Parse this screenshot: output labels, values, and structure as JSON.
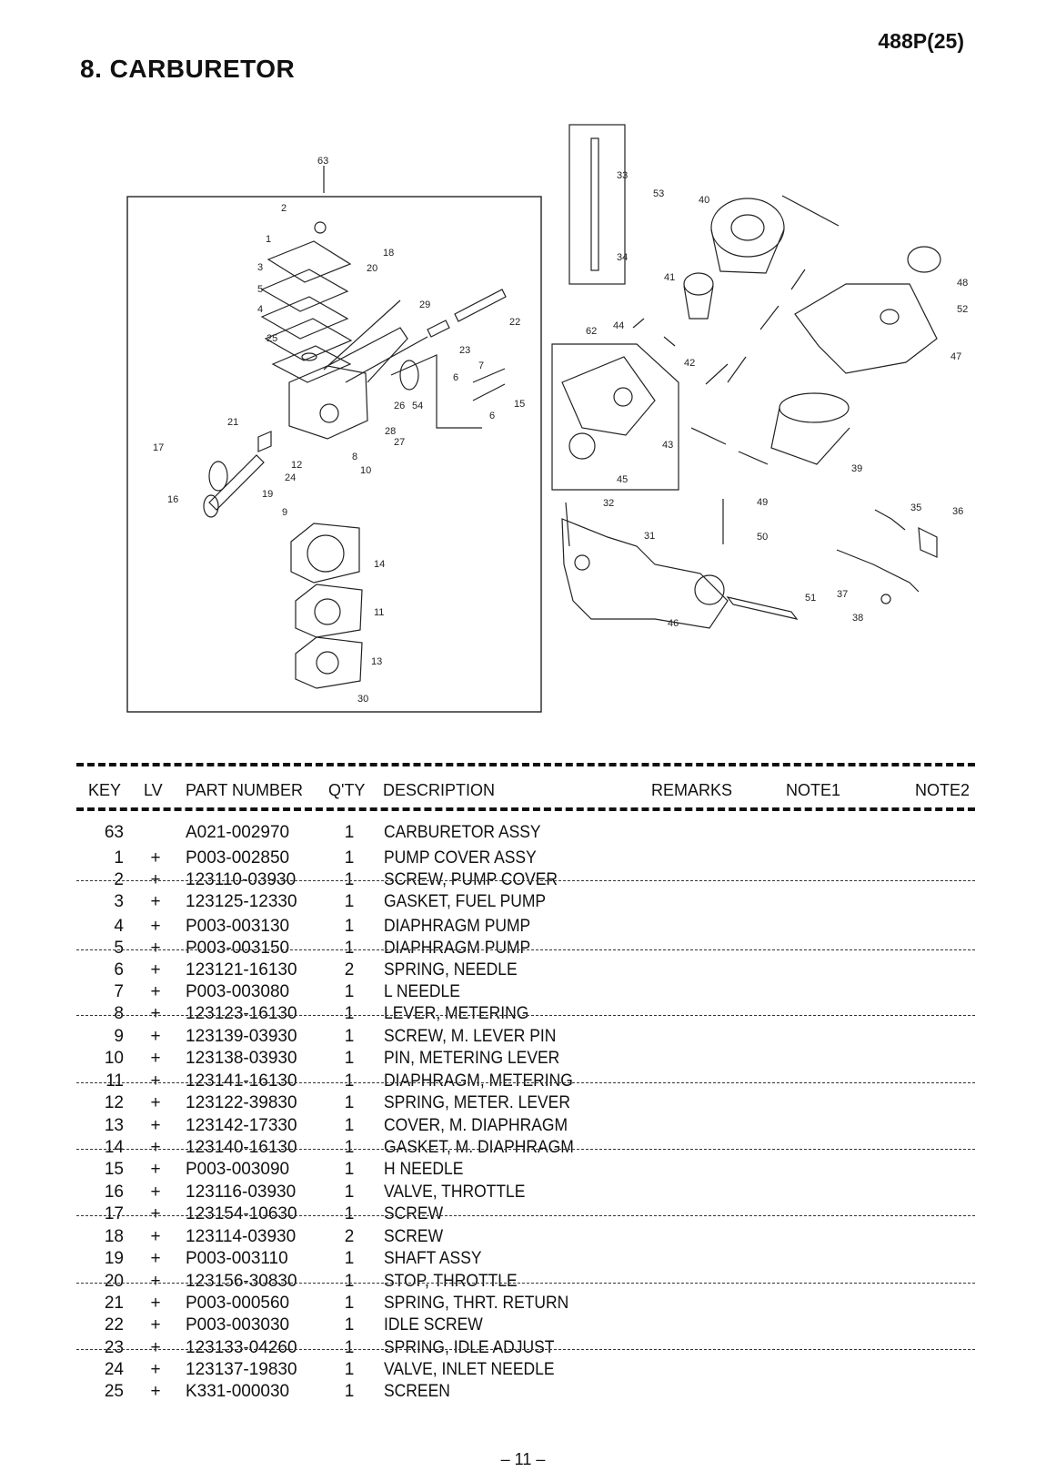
{
  "header": {
    "model": "488P(25)",
    "title": "8. CARBURETOR"
  },
  "diagram": {
    "callouts": [
      "63",
      "2",
      "1",
      "3",
      "5",
      "4",
      "25",
      "18",
      "20",
      "29",
      "22",
      "23",
      "7",
      "6",
      "15",
      "6",
      "26",
      "54",
      "21",
      "28",
      "27",
      "17",
      "12",
      "24",
      "8",
      "10",
      "16",
      "19",
      "9",
      "14",
      "11",
      "13",
      "30",
      "33",
      "53",
      "34",
      "40",
      "41",
      "44",
      "62",
      "42",
      "48",
      "52",
      "47",
      "43",
      "45",
      "39",
      "32",
      "31",
      "49",
      "50",
      "35",
      "36",
      "51",
      "37",
      "38",
      "46"
    ]
  },
  "table": {
    "headers": {
      "key": "KEY",
      "lv": "LV",
      "part_number": "PART NUMBER",
      "qty": "Q'TY",
      "description": "DESCRIPTION",
      "remarks": "REMARKS",
      "note1": "NOTE1",
      "note2": "NOTE2"
    },
    "rows": [
      {
        "key": "63",
        "lv": "",
        "part": "A021-002970",
        "qty": "1",
        "desc": "CARBURETOR ASSY"
      },
      {
        "key": "1",
        "lv": "+",
        "part": "P003-002850",
        "qty": "1",
        "desc": "PUMP COVER ASSY"
      },
      {
        "key": "2",
        "lv": "+",
        "part": "123110-03930",
        "qty": "1",
        "desc": "SCREW, PUMP COVER"
      },
      {
        "key": "3",
        "lv": "+",
        "part": "123125-12330",
        "qty": "1",
        "desc": "GASKET, FUEL PUMP"
      },
      {
        "key": "4",
        "lv": "+",
        "part": "P003-003130",
        "qty": "1",
        "desc": "DIAPHRAGM PUMP"
      },
      {
        "key": "5",
        "lv": "+",
        "part": "P003-003150",
        "qty": "1",
        "desc": "DIAPHRAGM PUMP"
      },
      {
        "key": "6",
        "lv": "+",
        "part": "123121-16130",
        "qty": "2",
        "desc": "SPRING, NEEDLE"
      },
      {
        "key": "7",
        "lv": "+",
        "part": "P003-003080",
        "qty": "1",
        "desc": "L NEEDLE"
      },
      {
        "key": "8",
        "lv": "+",
        "part": "123123-16130",
        "qty": "1",
        "desc": "LEVER, METERING"
      },
      {
        "key": "9",
        "lv": "+",
        "part": "123139-03930",
        "qty": "1",
        "desc": "SCREW, M. LEVER PIN"
      },
      {
        "key": "10",
        "lv": "+",
        "part": "123138-03930",
        "qty": "1",
        "desc": "PIN, METERING LEVER"
      },
      {
        "key": "11",
        "lv": "+",
        "part": "123141-16130",
        "qty": "1",
        "desc": "DIAPHRAGM, METERING"
      },
      {
        "key": "12",
        "lv": "+",
        "part": "123122-39830",
        "qty": "1",
        "desc": "SPRING, METER. LEVER"
      },
      {
        "key": "13",
        "lv": "+",
        "part": "123142-17330",
        "qty": "1",
        "desc": "COVER, M. DIAPHRAGM"
      },
      {
        "key": "14",
        "lv": "+",
        "part": "123140-16130",
        "qty": "1",
        "desc": "GASKET, M. DIAPHRAGM"
      },
      {
        "key": "15",
        "lv": "+",
        "part": "P003-003090",
        "qty": "1",
        "desc": "H NEEDLE"
      },
      {
        "key": "16",
        "lv": "+",
        "part": "123116-03930",
        "qty": "1",
        "desc": "VALVE, THROTTLE"
      },
      {
        "key": "17",
        "lv": "+",
        "part": "123154-10630",
        "qty": "1",
        "desc": "SCREW"
      },
      {
        "key": "18",
        "lv": "+",
        "part": "123114-03930",
        "qty": "2",
        "desc": "SCREW"
      },
      {
        "key": "19",
        "lv": "+",
        "part": "P003-003110",
        "qty": "1",
        "desc": "SHAFT ASSY"
      },
      {
        "key": "20",
        "lv": "+",
        "part": "123156-30830",
        "qty": "1",
        "desc": "STOP, THROTTLE"
      },
      {
        "key": "21",
        "lv": "+",
        "part": "P003-000560",
        "qty": "1",
        "desc": "SPRING, THRT. RETURN"
      },
      {
        "key": "22",
        "lv": "+",
        "part": "P003-003030",
        "qty": "1",
        "desc": "IDLE SCREW"
      },
      {
        "key": "23",
        "lv": "+",
        "part": "123133-04260",
        "qty": "1",
        "desc": "SPRING, IDLE ADJUST"
      },
      {
        "key": "24",
        "lv": "+",
        "part": "123137-19830",
        "qty": "1",
        "desc": "VALVE, INLET NEEDLE"
      },
      {
        "key": "25",
        "lv": "+",
        "part": "K331-000030",
        "qty": "1",
        "desc": "SCREEN"
      }
    ]
  },
  "footer": {
    "page": "– 11 –"
  }
}
